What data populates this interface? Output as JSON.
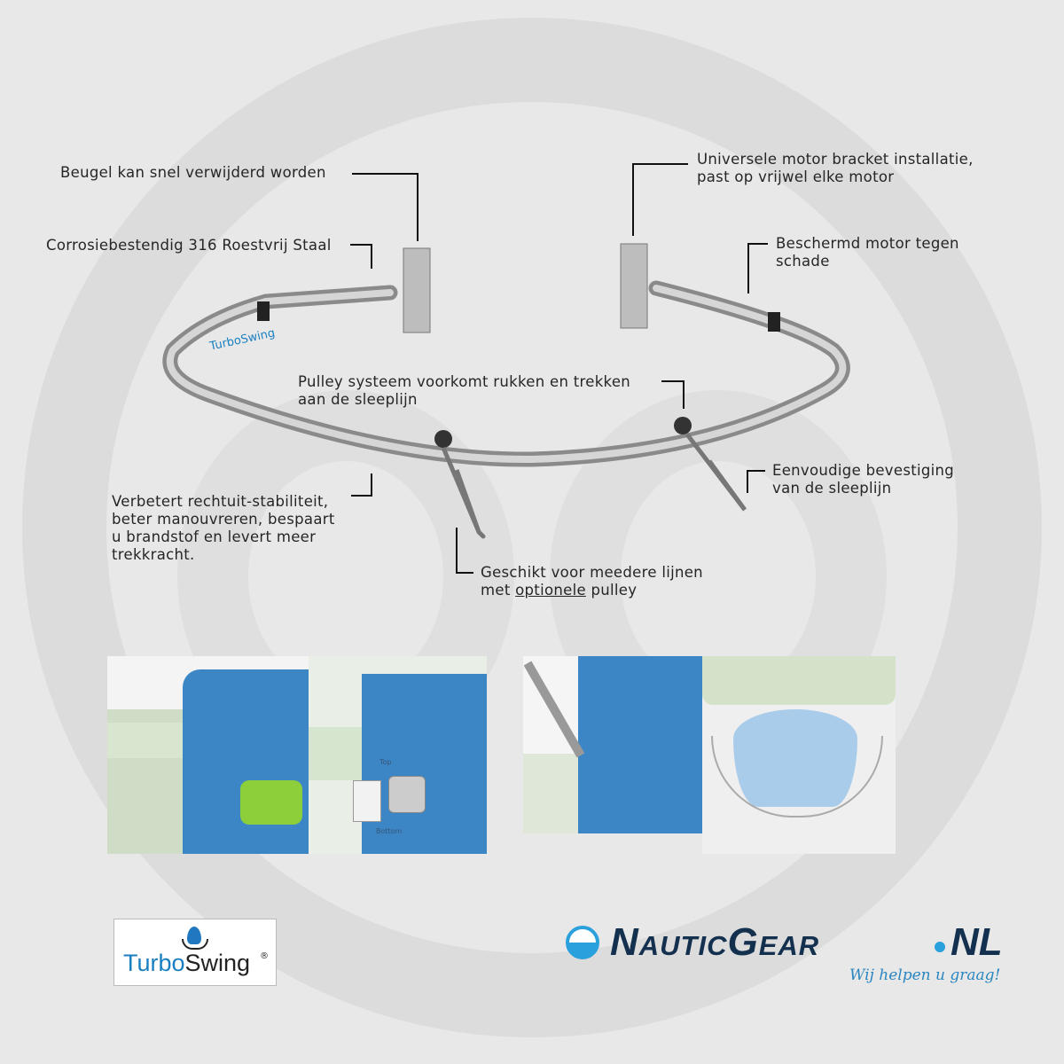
{
  "callouts": {
    "quick_remove": "Beugel kan snel verwijderd worden",
    "stainless": "Corrosiebestendig 316 Roestvrij Staal",
    "universal_line1": "Universele motor bracket installatie,",
    "universal_line2": "past op vrijwel elke motor",
    "protect_line1": "Beschermd motor tegen",
    "protect_line2": "schade",
    "pulley_line1": "Pulley systeem voorkomt rukken en trekken",
    "pulley_line2": "aan de sleeplijn",
    "attach_line1": "Eenvoudige bevestiging",
    "attach_line2": "van de sleeplijn",
    "improve_line1": "Verbetert rechtuit-stabiliteit,",
    "improve_line2": "beter manouvreren, bespaart",
    "improve_line3": "u brandstof en levert meer",
    "improve_line4": "trekkracht.",
    "lines_line1": "Geschikt voor meedere lijnen",
    "lines_line2_pre": "met ",
    "lines_line2_link": "optionele",
    "lines_line2_post": " pulley"
  },
  "product": {
    "bar_label": "TurboSwing"
  },
  "install_labels": {
    "top": "Top",
    "bottom": "Bottom"
  },
  "logos": {
    "turboswing_turbo": "Turbo",
    "turboswing_swing": "Swing",
    "turboswing_reg": "®",
    "nauticgear": "NauticGear",
    "nauticgear_tld": "NL",
    "nauticgear_slogan": "Wij helpen u graag!"
  },
  "colors": {
    "brand_blue": "#1a7fc1",
    "navy": "#13304f",
    "motor_blue": "#3d86c6"
  }
}
